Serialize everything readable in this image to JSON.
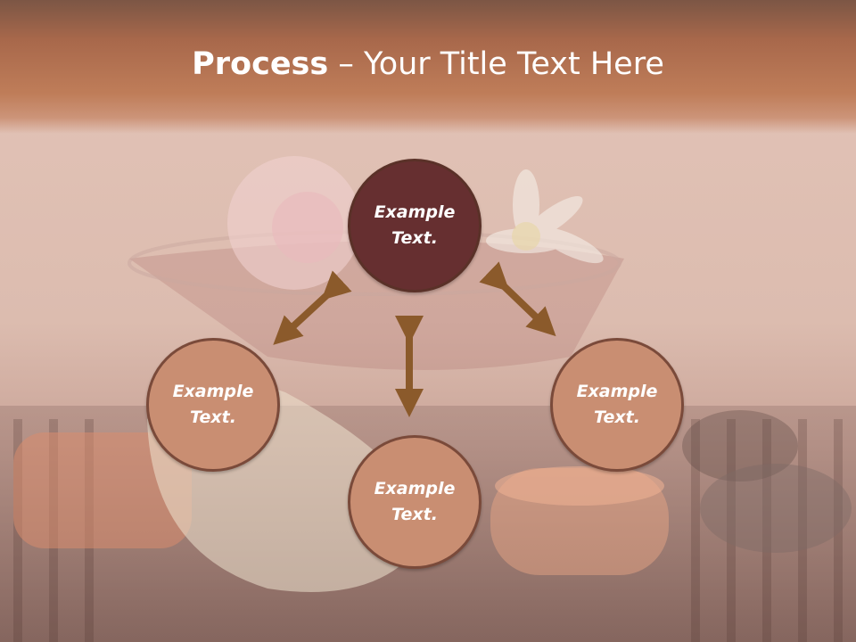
{
  "title": {
    "bold": "Process",
    "rest": " – Your Title Text Here"
  },
  "nodes": [
    {
      "id": "top",
      "text": "Example Text.",
      "variant": "dark"
    },
    {
      "id": "left",
      "text": "Example Text.",
      "variant": "light"
    },
    {
      "id": "bottom",
      "text": "Example Text.",
      "variant": "light"
    },
    {
      "id": "right",
      "text": "Example Text.",
      "variant": "light"
    }
  ],
  "colors": {
    "header": "#bf7d59",
    "node_dark": "#662f30",
    "node_light": "#c98e72",
    "arrow": "#8b5a2b"
  }
}
